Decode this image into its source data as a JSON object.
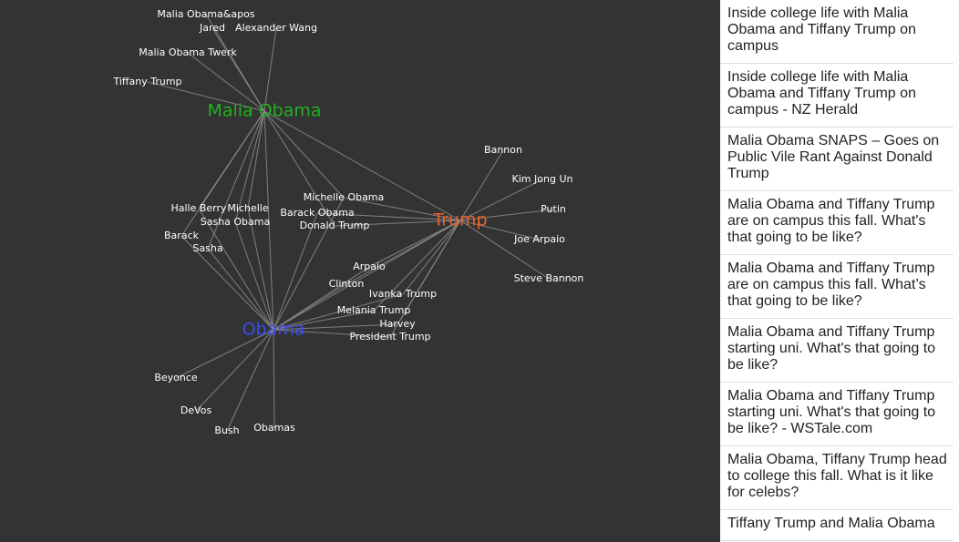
{
  "graph": {
    "hubs": [
      {
        "id": "malia",
        "label": "Malia Obama",
        "color": "#22b022"
      },
      {
        "id": "trump",
        "label": "Trump",
        "color": "#e8602c"
      },
      {
        "id": "obama",
        "label": "Obama",
        "color": "#3b4cf0"
      }
    ],
    "nodes": [
      {
        "id": "malia-apos",
        "label": "Malia Obama&apos"
      },
      {
        "id": "jared",
        "label": "Jared"
      },
      {
        "id": "alexander-wang",
        "label": "Alexander Wang"
      },
      {
        "id": "malia-twerk",
        "label": "Malia Obama Twerk"
      },
      {
        "id": "tiffany-trump",
        "label": "Tiffany Trump"
      },
      {
        "id": "bannon",
        "label": "Bannon"
      },
      {
        "id": "kim-jong-un",
        "label": "Kim Jong Un"
      },
      {
        "id": "putin",
        "label": "Putin"
      },
      {
        "id": "joe-arpaio",
        "label": "Joe Arpaio"
      },
      {
        "id": "steve-bannon",
        "label": "Steve Bannon"
      },
      {
        "id": "michelle-obama",
        "label": "Michelle Obama"
      },
      {
        "id": "barack-obama",
        "label": "Barack Obama"
      },
      {
        "id": "donald-trump",
        "label": "Donald Trump"
      },
      {
        "id": "halle-berry",
        "label": "Halle Berry"
      },
      {
        "id": "michelle",
        "label": "Michelle"
      },
      {
        "id": "sasha-obama",
        "label": "Sasha Obama"
      },
      {
        "id": "barack",
        "label": "Barack"
      },
      {
        "id": "sasha",
        "label": "Sasha"
      },
      {
        "id": "arpaio",
        "label": "Arpaio"
      },
      {
        "id": "clinton",
        "label": "Clinton"
      },
      {
        "id": "ivanka-trump",
        "label": "Ivanka Trump"
      },
      {
        "id": "melania-trump",
        "label": "Melania Trump"
      },
      {
        "id": "harvey",
        "label": "Harvey"
      },
      {
        "id": "president-trump",
        "label": "President Trump"
      },
      {
        "id": "beyonce",
        "label": "Beyonce"
      },
      {
        "id": "devos",
        "label": "DeVos"
      },
      {
        "id": "bush",
        "label": "Bush"
      },
      {
        "id": "obamas",
        "label": "Obamas"
      }
    ],
    "edges": [
      [
        "malia",
        "malia-apos"
      ],
      [
        "malia",
        "jared"
      ],
      [
        "malia",
        "alexander-wang"
      ],
      [
        "malia",
        "malia-twerk"
      ],
      [
        "malia",
        "tiffany-trump"
      ],
      [
        "malia",
        "halle-berry"
      ],
      [
        "malia",
        "michelle"
      ],
      [
        "malia",
        "sasha-obama"
      ],
      [
        "malia",
        "barack"
      ],
      [
        "malia",
        "sasha"
      ],
      [
        "malia",
        "michelle-obama"
      ],
      [
        "malia",
        "donald-trump"
      ],
      [
        "malia",
        "trump"
      ],
      [
        "malia",
        "obama"
      ],
      [
        "trump",
        "bannon"
      ],
      [
        "trump",
        "kim-jong-un"
      ],
      [
        "trump",
        "putin"
      ],
      [
        "trump",
        "joe-arpaio"
      ],
      [
        "trump",
        "steve-bannon"
      ],
      [
        "trump",
        "michelle-obama"
      ],
      [
        "trump",
        "barack-obama"
      ],
      [
        "trump",
        "donald-trump"
      ],
      [
        "trump",
        "arpaio"
      ],
      [
        "trump",
        "clinton"
      ],
      [
        "trump",
        "ivanka-trump"
      ],
      [
        "trump",
        "melania-trump"
      ],
      [
        "trump",
        "harvey"
      ],
      [
        "trump",
        "president-trump"
      ],
      [
        "trump",
        "obama"
      ],
      [
        "obama",
        "halle-berry"
      ],
      [
        "obama",
        "michelle"
      ],
      [
        "obama",
        "sasha-obama"
      ],
      [
        "obama",
        "barack"
      ],
      [
        "obama",
        "sasha"
      ],
      [
        "obama",
        "michelle-obama"
      ],
      [
        "obama",
        "barack-obama"
      ],
      [
        "obama",
        "arpaio"
      ],
      [
        "obama",
        "clinton"
      ],
      [
        "obama",
        "ivanka-trump"
      ],
      [
        "obama",
        "melania-trump"
      ],
      [
        "obama",
        "harvey"
      ],
      [
        "obama",
        "president-trump"
      ],
      [
        "obama",
        "beyonce"
      ],
      [
        "obama",
        "devos"
      ],
      [
        "obama",
        "bush"
      ],
      [
        "obama",
        "obamas"
      ]
    ]
  },
  "articles": [
    "Inside college life with Malia Obama and Tiffany Trump on campus",
    "Inside college life with Malia Obama and Tiffany Trump on campus - NZ Herald",
    "Malia Obama SNAPS – Goes on Public Vile Rant Against Donald Trump",
    "Malia Obama and Tiffany Trump are on campus this fall. What's that going to be like?",
    "Malia Obama and Tiffany Trump are on campus this fall. What’s that going to be like?",
    "Malia Obama and Tiffany Trump starting uni. What's that going to be like?",
    "Malia Obama and Tiffany Trump starting uni. What's that going to be like? - WSTale.com",
    "Malia Obama, Tiffany Trump head to college this fall. What is it like for celebs?",
    "Tiffany Trump and Malia Obama"
  ]
}
